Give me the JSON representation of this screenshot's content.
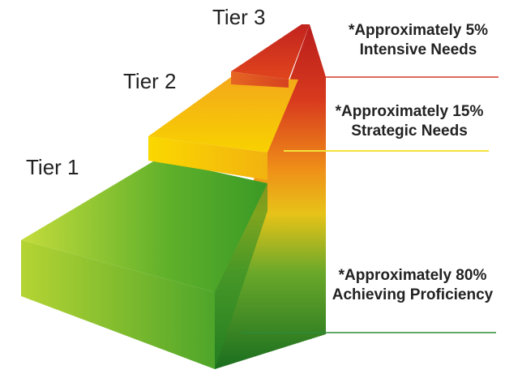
{
  "diagram": {
    "tiers": [
      {
        "label": "Tier 1",
        "note_line1": "*Approximately 80%",
        "note_line2": "Achieving Proficiency",
        "line_color": "#2e8b3a"
      },
      {
        "label": "Tier 2",
        "note_line1": "*Approximately 15%",
        "note_line2": "Strategic Needs",
        "line_color": "#f2e23a"
      },
      {
        "label": "Tier 3",
        "note_line1": "*Approximately 5%",
        "note_line2": "Intensive Needs",
        "line_color": "#d33a2a"
      }
    ],
    "colors": {
      "green_light": "#b5d433",
      "green_dark": "#1f7a22",
      "yellow": "#f5c400",
      "orange": "#ec8a1c",
      "red": "#c8221e"
    }
  }
}
